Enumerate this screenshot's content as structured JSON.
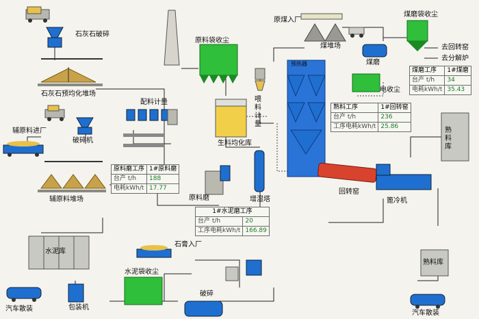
{
  "labels": {
    "limestone_crushing": "石灰石破碎",
    "limestone_yard": "石灰石预均化堆场",
    "aux_in": "辅原料进厂",
    "crusher": "破碎机",
    "aux_yard": "辅原料堆场",
    "batching": "配料计量",
    "raw_bag_dust": "原料袋收尘",
    "raw_homo": "生料均化库",
    "feed_meter": "喂料计量",
    "preheater": "预热器",
    "coal_in": "原煤入厂",
    "coal_yard": "煤堆场",
    "coal_bag_dust": "煤磨袋收尘",
    "coal_mill": "煤磨",
    "esp": "电收尘",
    "to_kiln_head": "去回转窑",
    "to_calciner": "去分解炉",
    "clinker_silo": "熟料库",
    "kiln": "回转窑",
    "cooler": "篦冷机",
    "raw_mill": "原料磨",
    "humid_tower": "增湿塔",
    "cement_silo": "水泥库",
    "gypsum_in": "石膏入厂",
    "cement_bag_dust": "水泥袋收尘",
    "crush2": "破碎",
    "truck_bulk": "汽车散装",
    "packing": "包装机",
    "clinker_silo2": "熟料库",
    "truck_bulk2": "汽车散装"
  },
  "tables": {
    "coal_mill": {
      "title": "煤磨工序",
      "unit_title": "1#煤磨",
      "rows": [
        [
          "台产 t/h",
          "34"
        ],
        [
          "电耗kWh/t",
          "35.43"
        ]
      ]
    },
    "kiln": {
      "title": "熟料工序",
      "unit_title": "1#回转窑",
      "rows": [
        [
          "台产 t/h",
          "236"
        ],
        [
          "工序电耗kWh/t",
          "25.86"
        ]
      ]
    },
    "raw_mill": {
      "title": "原料磨工序",
      "unit_title": "1#原料磨",
      "rows": [
        [
          "台产 t/h",
          "188"
        ],
        [
          "电耗kWh/t",
          "17.77"
        ]
      ]
    },
    "cement_mill": {
      "title": "1#水泥磨工序",
      "rows": [
        [
          "台产 t/h",
          "20"
        ],
        [
          "工序电耗kWh/t",
          "166.89"
        ]
      ]
    }
  },
  "colors": {
    "equipment_blue": "#1f6fd0",
    "dust_green": "#2fbf3a",
    "kiln_red": "#d8432e",
    "silo_gray": "#c9c9c3",
    "yard_tan": "#c8a24a",
    "value_green": "#1b7a2a"
  }
}
